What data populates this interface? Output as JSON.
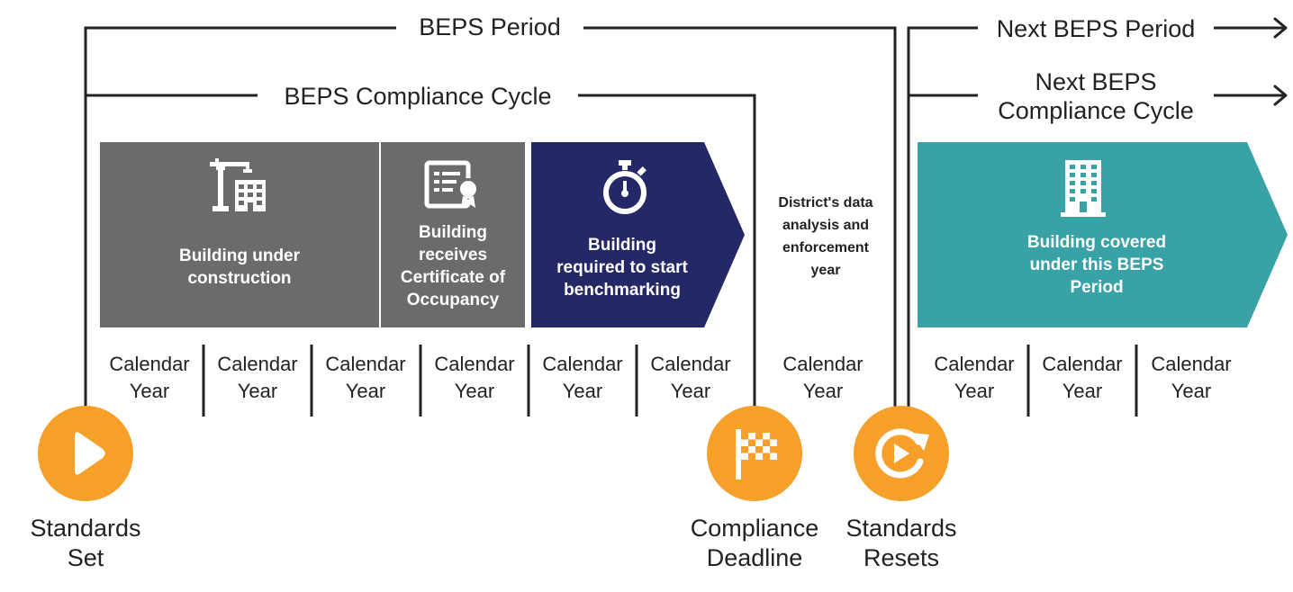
{
  "colors": {
    "gray": "#6b6b6b",
    "navy": "#252866",
    "teal": "#39a2a6",
    "orange": "#f7a029",
    "line": "#222222"
  },
  "brackets": {
    "beps_period": "BEPS Period",
    "compliance_cycle": "BEPS Compliance Cycle",
    "next_period": "Next BEPS Period",
    "next_cycle_line1": "Next BEPS",
    "next_cycle_line2": "Compliance Cycle"
  },
  "phases": {
    "construction": {
      "line1": "Building under",
      "line2": "construction",
      "icon": "crane-building-icon"
    },
    "occupancy": {
      "line1": "Building",
      "line2": "receives",
      "line3": "Certificate of",
      "line4": "Occupancy",
      "icon": "certificate-icon"
    },
    "benchmarking": {
      "line1": "Building",
      "line2": "required to start",
      "line3": "benchmarking",
      "icon": "stopwatch-icon"
    },
    "covered": {
      "line1": "Building covered",
      "line2": "under this BEPS",
      "line3": "Period",
      "icon": "office-building-icon"
    }
  },
  "district_note": {
    "line1": "District's data",
    "line2": "analysis and",
    "line3": "enforcement",
    "line4": "year"
  },
  "calendar_years": [
    {
      "line1": "Calendar",
      "line2": "Year"
    },
    {
      "line1": "Calendar",
      "line2": "Year"
    },
    {
      "line1": "Calendar",
      "line2": "Year"
    },
    {
      "line1": "Calendar",
      "line2": "Year"
    },
    {
      "line1": "Calendar",
      "line2": "Year"
    },
    {
      "line1": "Calendar",
      "line2": "Year"
    },
    {
      "line1": "Calendar",
      "line2": "Year"
    },
    {
      "line1": "Calendar",
      "line2": "Year"
    },
    {
      "line1": "Calendar",
      "line2": "Year"
    },
    {
      "line1": "Calendar",
      "line2": "Year"
    }
  ],
  "milestones": {
    "standards_set": {
      "line1": "Standards",
      "line2": "Set",
      "icon": "play-icon"
    },
    "compliance_deadline": {
      "line1": "Compliance",
      "line2": "Deadline",
      "icon": "checkered-flag-icon"
    },
    "standards_resets": {
      "line1": "Standards",
      "line2": "Resets",
      "icon": "reset-arrow-icon"
    }
  }
}
